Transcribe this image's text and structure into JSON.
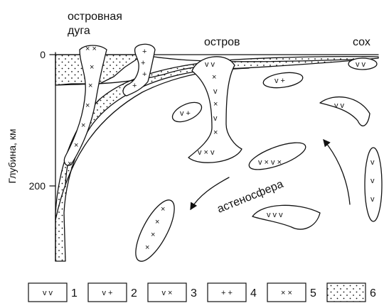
{
  "labels": {
    "island_arc_line1": "островная",
    "island_arc_line2": "дуга",
    "island": "остров",
    "ridge": "сох",
    "asthenosphere": "астеносфера"
  },
  "axis": {
    "label": "Глубина, км",
    "ticks": [
      "0",
      "200"
    ]
  },
  "legend": [
    {
      "num": "1",
      "symbols": "v   v"
    },
    {
      "num": "2",
      "symbols": "v   +"
    },
    {
      "num": "3",
      "symbols": "v   ×"
    },
    {
      "num": "4",
      "symbols": "+   +"
    },
    {
      "num": "5",
      "symbols": "×   ×"
    },
    {
      "num": "6",
      "symbols": ""
    }
  ]
}
